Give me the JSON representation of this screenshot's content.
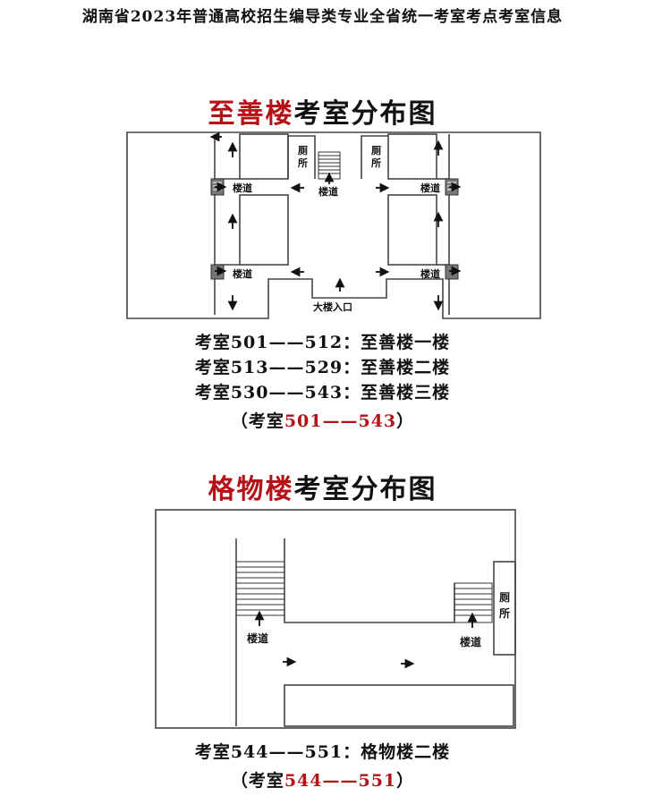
{
  "page_title": "湖南省2023年普通高校招生编导类专业全省统一考室考点考室信息",
  "section1": {
    "title_building": "至善楼",
    "title_suffix": "考室分布图",
    "map": {
      "toilet_left_line1": "厕",
      "toilet_left_line2": "所",
      "toilet_right_line1": "厕",
      "toilet_right_line2": "所",
      "stair_center": "楼道",
      "stair_upper_left": "楼道",
      "stair_upper_right": "楼道",
      "stair_lower_left": "楼道",
      "stair_lower_right": "楼道",
      "entrance": "大楼入口"
    },
    "rooms": [
      "考室501——512：至善楼一楼",
      "考室513——529：至善楼二楼",
      "考室530——543：至善楼三楼"
    ],
    "summary_open": "（考室",
    "summary_range": "501——543",
    "summary_close": "）"
  },
  "section2": {
    "title_building": "格物楼",
    "title_suffix": "考室分布图",
    "map": {
      "toilet_line1": "厕",
      "toilet_line2": "所",
      "stair_left": "楼道",
      "stair_right": "楼道"
    },
    "rooms": [
      "考室544——551：格物楼二楼"
    ],
    "summary_open": "（考室",
    "summary_range": "544——551",
    "summary_close": "）"
  },
  "colors": {
    "accent_red": "#b51218",
    "text": "#111111"
  }
}
